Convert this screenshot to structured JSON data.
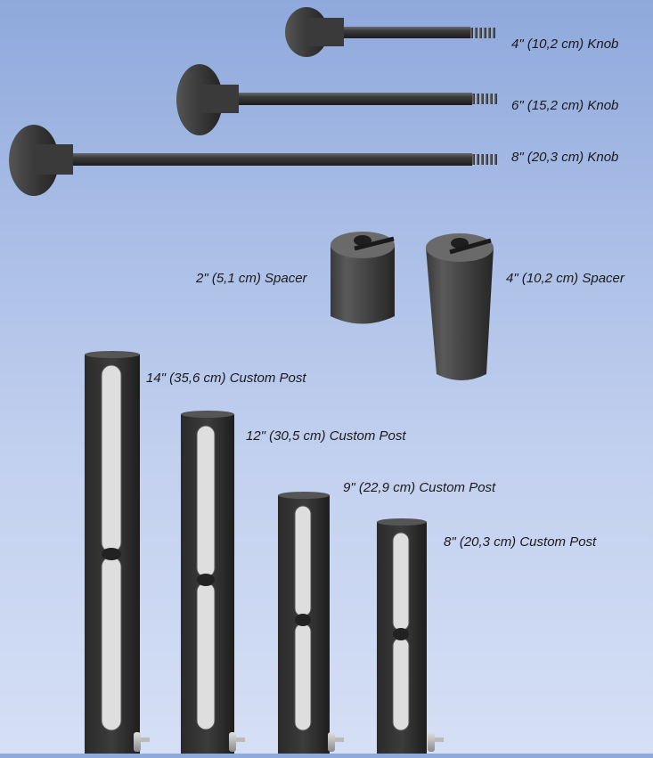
{
  "knobs": [
    {
      "label": "4\" (10,2 cm) Knob"
    },
    {
      "label": "6\" (15,2 cm) Knob"
    },
    {
      "label": "8\" (20,3 cm) Knob"
    }
  ],
  "spacers": [
    {
      "label": "2\" (5,1 cm) Spacer"
    },
    {
      "label": "4\" (10,2 cm) Spacer"
    }
  ],
  "posts": [
    {
      "label": "14\" (35,6 cm) Custom Post"
    },
    {
      "label": "12\" (30,5 cm) Custom Post"
    },
    {
      "label": "9\" (22,9 cm) Custom Post"
    },
    {
      "label": "8\" (20,3 cm) Custom Post"
    }
  ]
}
